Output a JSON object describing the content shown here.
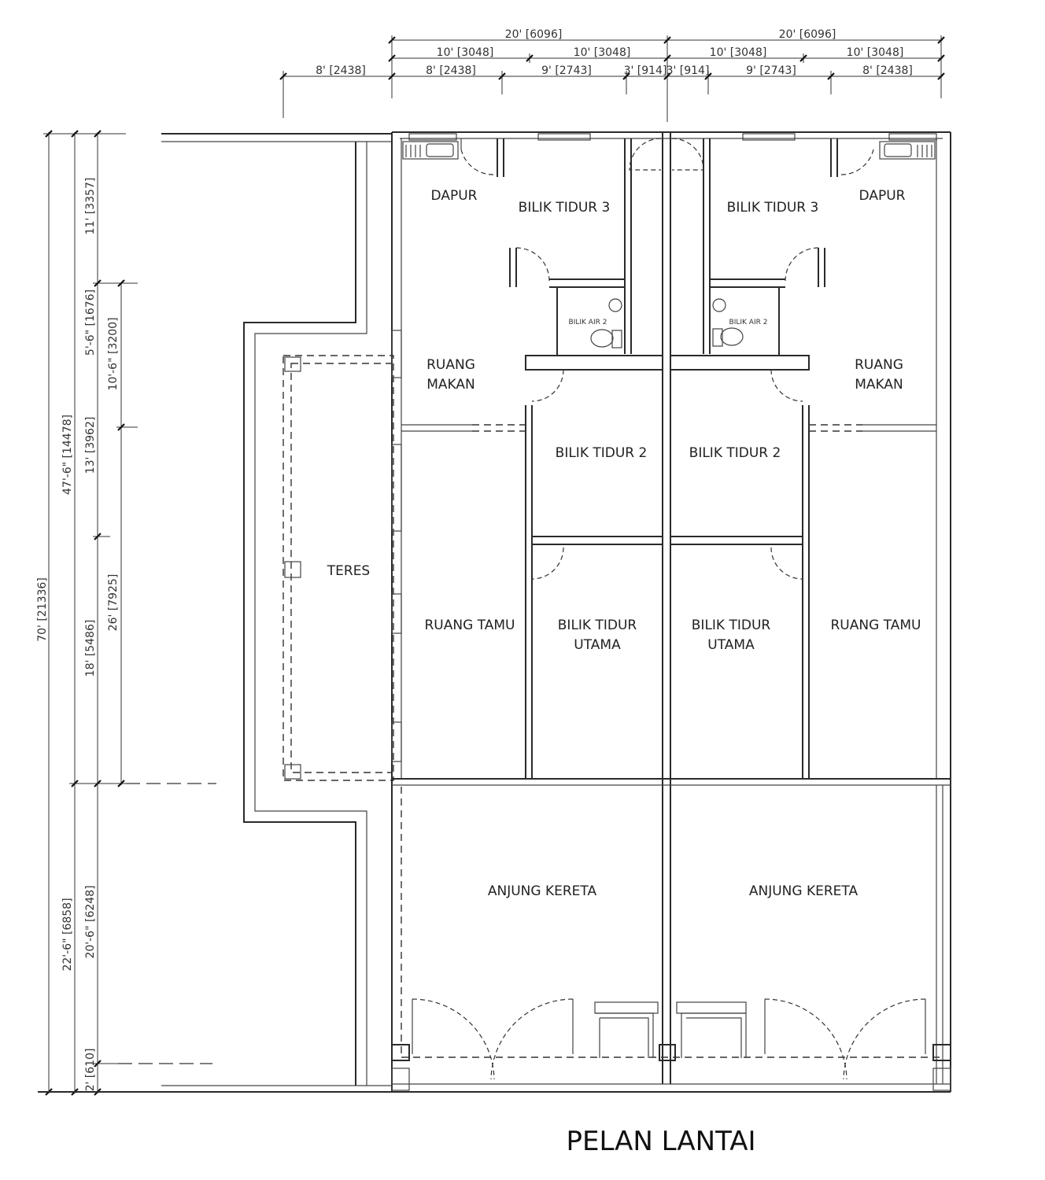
{
  "drawing": {
    "title": "PELAN LANTAI"
  },
  "rooms": {
    "dapur_left": "DAPUR",
    "dapur_right": "DAPUR",
    "bilik3_left": "BILIK TIDUR 3",
    "bilik3_right": "BILIK TIDUR 3",
    "bilik_air_left": "BILIK AIR 2",
    "bilik_air_right": "BILIK AIR 2",
    "ruang_makan_left": [
      "RUANG",
      "MAKAN"
    ],
    "ruang_makan_right": [
      "RUANG",
      "MAKAN"
    ],
    "bilik2_left": "BILIK TIDUR 2",
    "bilik2_right": "BILIK TIDUR 2",
    "teres": "TERES",
    "ruang_tamu_left": "RUANG TAMU",
    "ruang_tamu_right": "RUANG TAMU",
    "utama_left": [
      "BILIK TIDUR",
      "UTAMA"
    ],
    "utama_right": [
      "BILIK TIDUR",
      "UTAMA"
    ],
    "anjung_left": "ANJUNG KERETA",
    "anjung_right": "ANJUNG KERETA"
  },
  "dimensions": {
    "top_row1": [
      "20' [6096]",
      "20' [6096]"
    ],
    "top_row2": [
      "10' [3048]",
      "10' [3048]",
      "10' [3048]",
      "10' [3048]"
    ],
    "top_row3": [
      "8' [2438]",
      "8' [2438]",
      "9' [2743]",
      "3' [914]",
      "3' [914]",
      "9' [2743]",
      "8' [2438]"
    ],
    "left_col1": [
      "70' [21336]"
    ],
    "left_col2": [
      "47'-6\" [14478]",
      "22'-6\" [6858]"
    ],
    "left_col3": [
      "11' [3357]",
      "5'-6\" [1676]",
      "13' [3962]",
      "18' [5486]",
      "20'-6\" [6248]",
      "2' [610]"
    ],
    "left_col4": [
      "10'-6\" [3200]",
      "26' [7925]"
    ]
  }
}
